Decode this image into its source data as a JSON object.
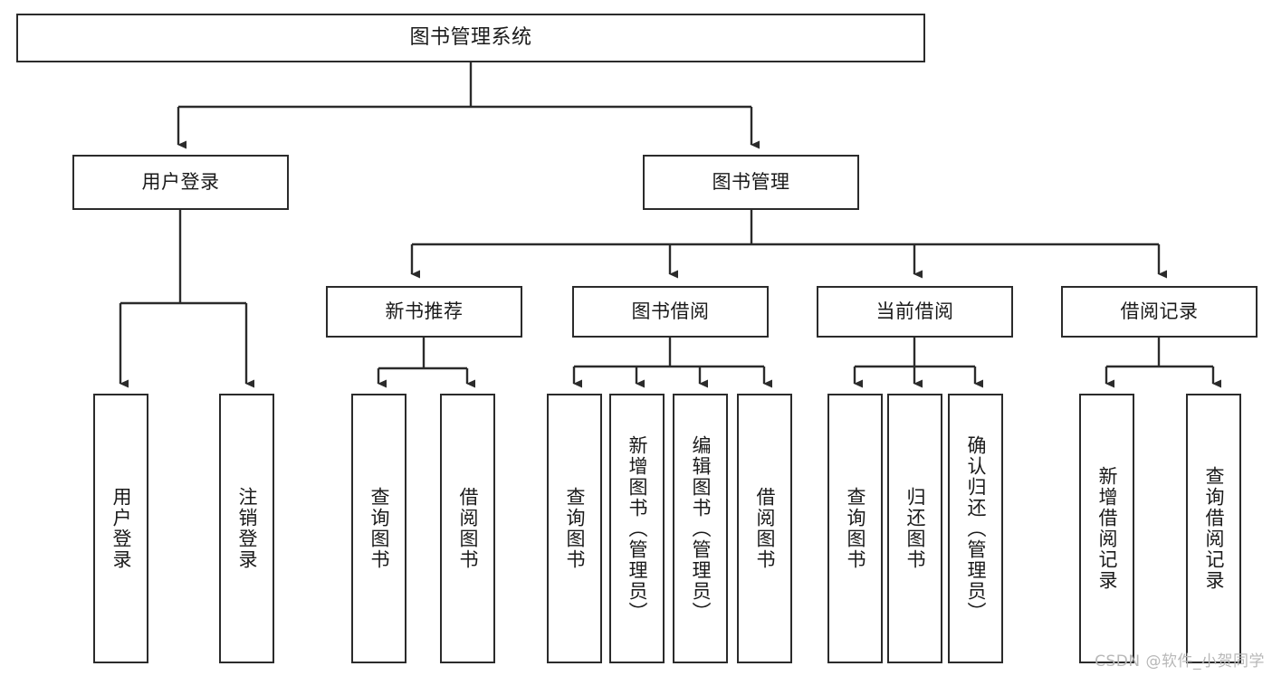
{
  "diagram": {
    "title": "图书管理系统",
    "watermark": "CSDN @软件_小贺同学",
    "theme": {
      "background": "#ffffff",
      "border": "#2b2b2b",
      "text": "#1a1a1a",
      "watermark_color": "#b8b8b8"
    },
    "nodes": {
      "root": {
        "label": "图书管理系统"
      },
      "level1": [
        {
          "label": "用户登录"
        },
        {
          "label": "图书管理"
        }
      ],
      "level2": [
        {
          "label": "新书推荐"
        },
        {
          "label": "图书借阅"
        },
        {
          "label": "当前借阅"
        },
        {
          "label": "借阅记录"
        }
      ],
      "leaves": {
        "user_login": [
          {
            "label": "用户登录"
          },
          {
            "label": "注销登录"
          }
        ],
        "new_book_recommend": [
          {
            "label": "查询图书"
          },
          {
            "label": "借阅图书"
          }
        ],
        "book_borrow": [
          {
            "label": "查询图书"
          },
          {
            "label": "新增图书（管理员）"
          },
          {
            "label": "编辑图书（管理员）"
          },
          {
            "label": "借阅图书"
          }
        ],
        "current_borrow": [
          {
            "label": "查询图书"
          },
          {
            "label": "归还图书"
          },
          {
            "label": "确认归还（管理员）"
          }
        ],
        "borrow_record": [
          {
            "label": "新增借阅记录"
          },
          {
            "label": "查询借阅记录"
          }
        ]
      }
    }
  }
}
